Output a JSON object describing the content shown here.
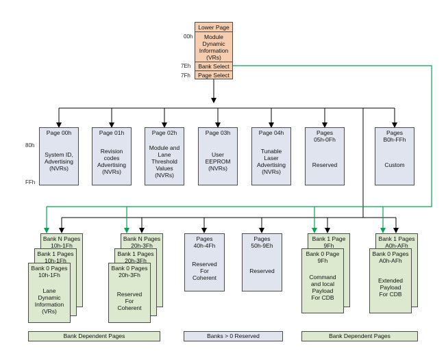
{
  "addresses": {
    "a00": "00h",
    "a7e": "7Eh",
    "a7f": "7Fh",
    "a80": "80h",
    "aff": "FFh"
  },
  "lower_page": {
    "title": "Lower Page",
    "body": "Module\nDynamic\nInformation\n(VRs)",
    "bank_select": "Bank Select",
    "page_select": "Page Select"
  },
  "upper_pages": [
    {
      "title": "Page 00h",
      "body": "System ID,\nAdvertising\n(NVRs)"
    },
    {
      "title": "Page 01h",
      "body": "Revision\ncodes\nAdvertising\n(NVRs)"
    },
    {
      "title": "Page 02h",
      "body": "Module and\nLane\nThreshold\nValues\n(NVRs)"
    },
    {
      "title": "Page 03h",
      "body": "User\nEEPROM\n(NVRs)"
    },
    {
      "title": "Page 04h",
      "body": "Tunable\nLaser\nAdvertising\n(NVRs)"
    },
    {
      "title": "Pages\n05h-0Fh",
      "body": "Reserved"
    },
    {
      "title": "Pages\nB0h-FFh",
      "body": "Custom"
    }
  ],
  "bank_stacks": [
    {
      "n_title": "Bank N Pages\n10h-1Fh",
      "one_title": "Bank 1 Pages\n10h-1Fh",
      "zero_title": "Bank 0 Pages\n10h-1Fh",
      "body": "Lane\nDynamic\nInformation\n(VRs)"
    },
    {
      "n_title": "Bank N Pages\n20h-3Fh",
      "one_title": "Bank 1 Pages\n20h-3Fh",
      "zero_title": "Bank 0 Pages\n20h-3Fh",
      "body": "Reserved\nFor\nCoherent"
    },
    {
      "one_title": "Bank 1 Page\n9Fh",
      "zero_title": "Bank 0 Page\n9Fh",
      "body": "Command\nand  local\nPayload\nFor CDB"
    },
    {
      "one_title": "Bank 1 Pages\nA0h-AFh",
      "zero_title": "Bank 0 Pages\nA0h-AFh",
      "body": "Extended\nPayload\nFor CDB"
    }
  ],
  "reserved_pages": [
    {
      "title": "Pages\n40h-4Fh",
      "body": "Reserved\nFor\nCoherent"
    },
    {
      "title": "Pages\n50h-9Eh",
      "body": "Reserved"
    }
  ],
  "footers": {
    "left": "Bank Dependent Pages",
    "middle": "Banks > 0 Reserved",
    "right": "Bank Dependent Pages"
  },
  "colors": {
    "line": "#000000",
    "green_line": "#00a550",
    "blue_fill": "#dfe4ee",
    "orange_fill": "#f7cdb0",
    "green_fill": "#dce9cf"
  }
}
